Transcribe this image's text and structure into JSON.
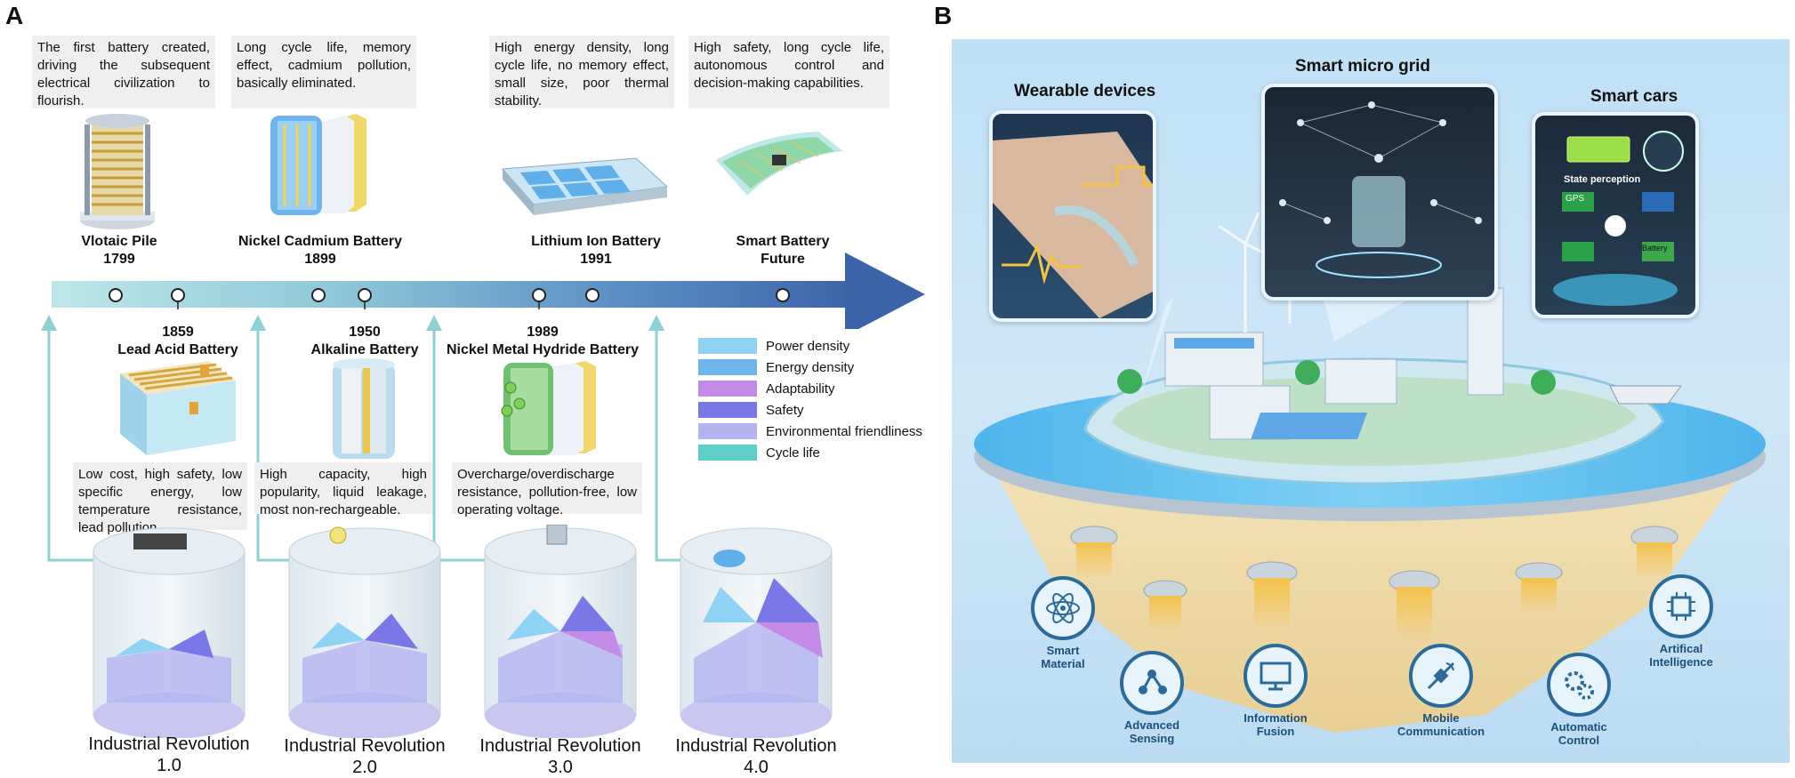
{
  "panels": {
    "a": "A",
    "b": "B"
  },
  "timeline_top": [
    {
      "name": "Vlotaic Pile",
      "year": "1799",
      "desc": "The first battery created, driving the subsequent electrical civilization to flourish."
    },
    {
      "name": "Nickel Cadmium Battery",
      "year": "1899",
      "desc": "Long cycle life, memory effect, cadmium pollution, basically eliminated."
    },
    {
      "name": "Lithium Ion Battery",
      "year": "1991",
      "desc": "High energy density, long cycle life, no memory effect, small size, poor thermal stability."
    },
    {
      "name": "Smart Battery",
      "year": "Future",
      "desc": "High safety, long cycle life, autonomous control and decision-making capabilities."
    }
  ],
  "timeline_bottom": [
    {
      "year": "1859",
      "name": "Lead Acid Battery",
      "desc": "Low cost, high safety, low specific energy, low temperature resistance, lead pollution."
    },
    {
      "year": "1950",
      "name": "Alkaline Battery",
      "desc": "High capacity, high popularity, liquid leakage, most non-rechargeable."
    },
    {
      "year": "1989",
      "name": "Nickel Metal Hydride Battery",
      "desc": "Overcharge/overdischarge resistance, pollution-free, low operating voltage."
    }
  ],
  "legend": [
    {
      "label": "Power density",
      "color": "#8fd3f4"
    },
    {
      "label": "Energy density",
      "color": "#6fb6ee"
    },
    {
      "label": "Adaptability",
      "color": "#c48be6"
    },
    {
      "label": "Safety",
      "color": "#7a78e6"
    },
    {
      "label": "Environmental friendliness",
      "color": "#b4b4f0"
    },
    {
      "label": "Cycle life",
      "color": "#5fcfc9"
    }
  ],
  "revolutions": [
    {
      "line1": "Industrial Revolution",
      "line2": "1.0"
    },
    {
      "line1": "Industrial Revolution",
      "line2": "2.0"
    },
    {
      "line1": "Industrial Revolution",
      "line2": "3.0"
    },
    {
      "line1": "Industrial Revolution",
      "line2": "4.0"
    }
  ],
  "right": {
    "wearable": "Wearable devices",
    "microgrid": "Smart micro grid",
    "cars": "Smart cars",
    "state_perception": "State perception",
    "gps": "GPS",
    "battery": "Battery",
    "techs": [
      {
        "l1": "Smart",
        "l2": "Material"
      },
      {
        "l1": "Advanced",
        "l2": "Sensing"
      },
      {
        "l1": "Information",
        "l2": "Fusion"
      },
      {
        "l1": "Mobile",
        "l2": "Communication"
      },
      {
        "l1": "Automatic",
        "l2": "Control"
      },
      {
        "l1": "Artifical",
        "l2": "Intelligence"
      }
    ]
  }
}
